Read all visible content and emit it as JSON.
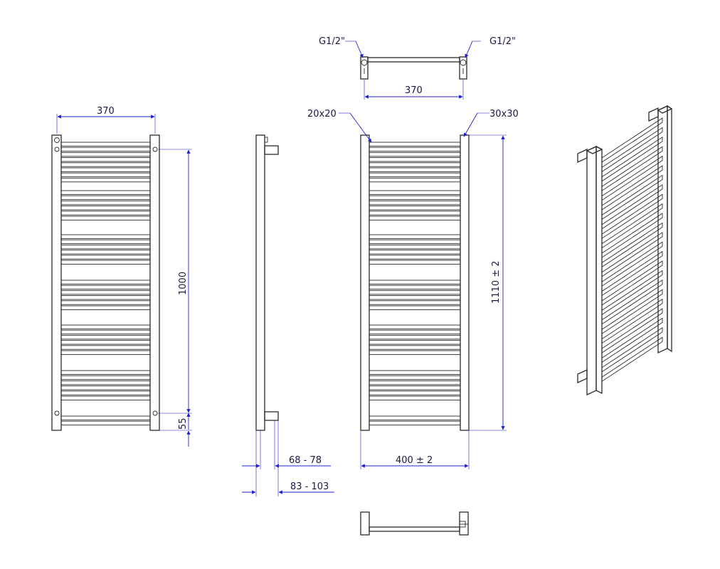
{
  "colors": {
    "dimension": "#1f1fd0",
    "outline": "#2b2b2b",
    "text": "#1a1a44"
  },
  "views": {
    "top": {
      "connection_left": "G1/2\"",
      "connection_right": "G1/2\"",
      "pipe_spacing": "370"
    },
    "front": {
      "pipe_spacing": "370",
      "height_pipes": "1000",
      "bottom_offset": "55"
    },
    "side": {
      "depth_a": "68 - 78",
      "depth_b": "83 - 103"
    },
    "back": {
      "rung_profile": "20x20",
      "column_profile": "30x30",
      "height": "1110 ± 2",
      "width": "400 ± 2"
    }
  }
}
